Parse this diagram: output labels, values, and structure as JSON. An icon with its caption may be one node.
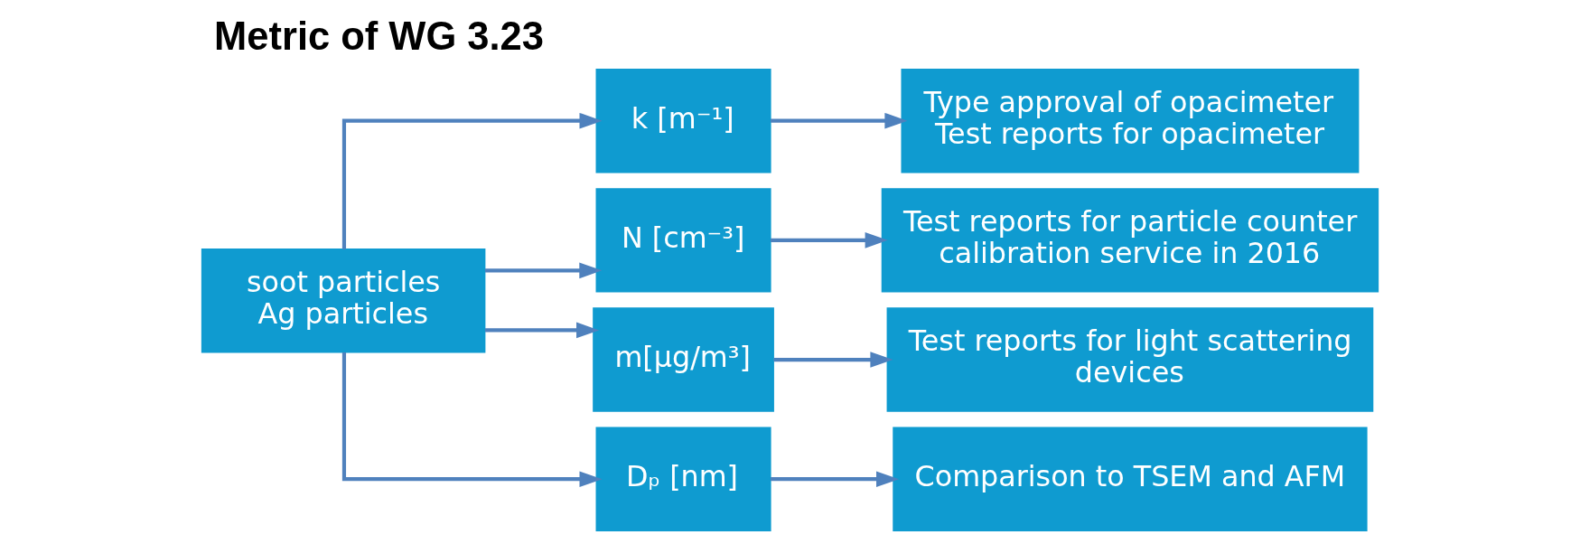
{
  "diagram": {
    "title": "Metric of WG 3.23",
    "nodes": [
      {
        "text": [
          "soot particles",
          "Ag particles"
        ]
      },
      {
        "text": [
          "k [m⁻¹]"
        ]
      },
      {
        "text": [
          "N [cm⁻³]"
        ]
      },
      {
        "text": [
          "m[µg/m³]"
        ]
      },
      {
        "text": [
          "Dₚ [nm]"
        ]
      },
      {
        "text": [
          "Type approval of opacimeter",
          "Test reports for opacimeter"
        ]
      },
      {
        "text": [
          "Test reports for particle counter calibration service in 2016"
        ]
      },
      {
        "text": [
          "Test reports for light scattering devices"
        ]
      },
      {
        "text": [
          "Comparison to TSEM and AFM"
        ]
      }
    ],
    "edges": [
      {
        "from": 0,
        "to": 1,
        "arrow": "to"
      },
      {
        "from": 0,
        "to": 2,
        "arrow": "to"
      },
      {
        "from": 0,
        "to": 3,
        "arrow": "to"
      },
      {
        "from": 0,
        "to": 4,
        "arrow": "to"
      },
      {
        "from": 1,
        "to": 5,
        "arrow": "to"
      },
      {
        "from": 2,
        "to": 6,
        "arrow": "to"
      },
      {
        "from": 3,
        "to": 7,
        "arrow": "to"
      },
      {
        "from": 4,
        "to": 8,
        "arrow": "to"
      }
    ]
  }
}
